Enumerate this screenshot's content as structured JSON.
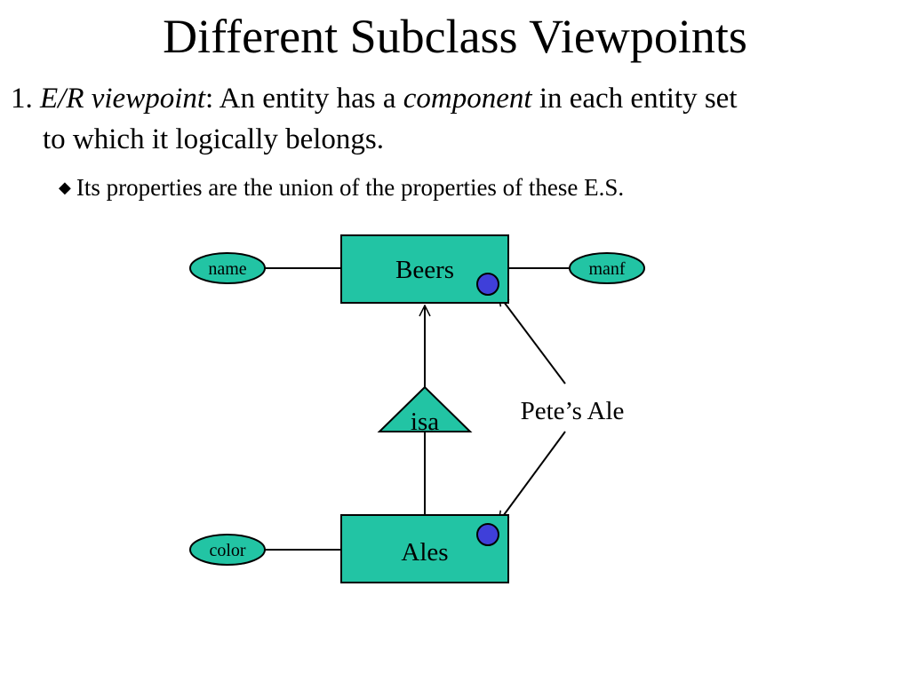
{
  "slide": {
    "title": "Different Subclass Viewpoints",
    "item1": {
      "number": "1.",
      "term": "E/R viewpoint",
      "text_a": ": An entity has a ",
      "emph": "component",
      "text_b": " in each entity set",
      "line2": "to which it logically belongs."
    },
    "subbullet": {
      "bullet": "◆",
      "text": "Its properties are the union of the properties of these E.S."
    }
  },
  "diagram": {
    "entities": {
      "beers": "Beers",
      "ales": "Ales"
    },
    "attributes": {
      "name": "name",
      "manf": "manf",
      "color": "color"
    },
    "isa": "isa",
    "instance_label": "Pete’s Ale",
    "colors": {
      "entity_fill": "#22C4A4",
      "component_fill": "#3F3FD9",
      "stroke": "#000000"
    }
  }
}
